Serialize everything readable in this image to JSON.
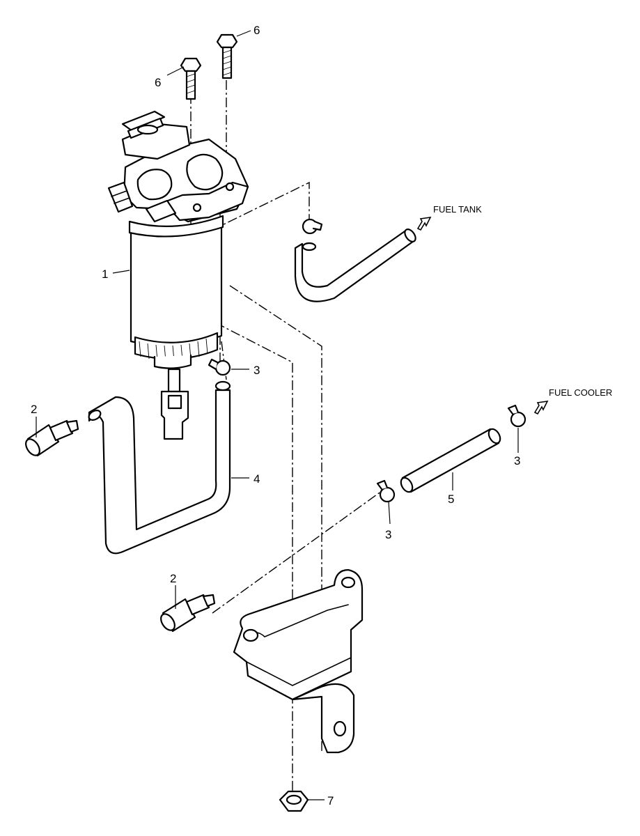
{
  "colors": {
    "line": "#000000",
    "background": "#ffffff"
  },
  "callouts": {
    "part1": "1",
    "part2_upper": "2",
    "part2_lower": "2",
    "part3_filter": "3",
    "part3_left": "3",
    "part3_right": "3",
    "part4": "4",
    "part5": "5",
    "part6_left": "6",
    "part6_right": "6",
    "part7": "7"
  },
  "destinations": {
    "fuel_tank": "FUEL TANK",
    "fuel_cooler": "FUEL COOLER"
  },
  "icons": {
    "flow_arrow": "hollow-arrow-icon"
  }
}
